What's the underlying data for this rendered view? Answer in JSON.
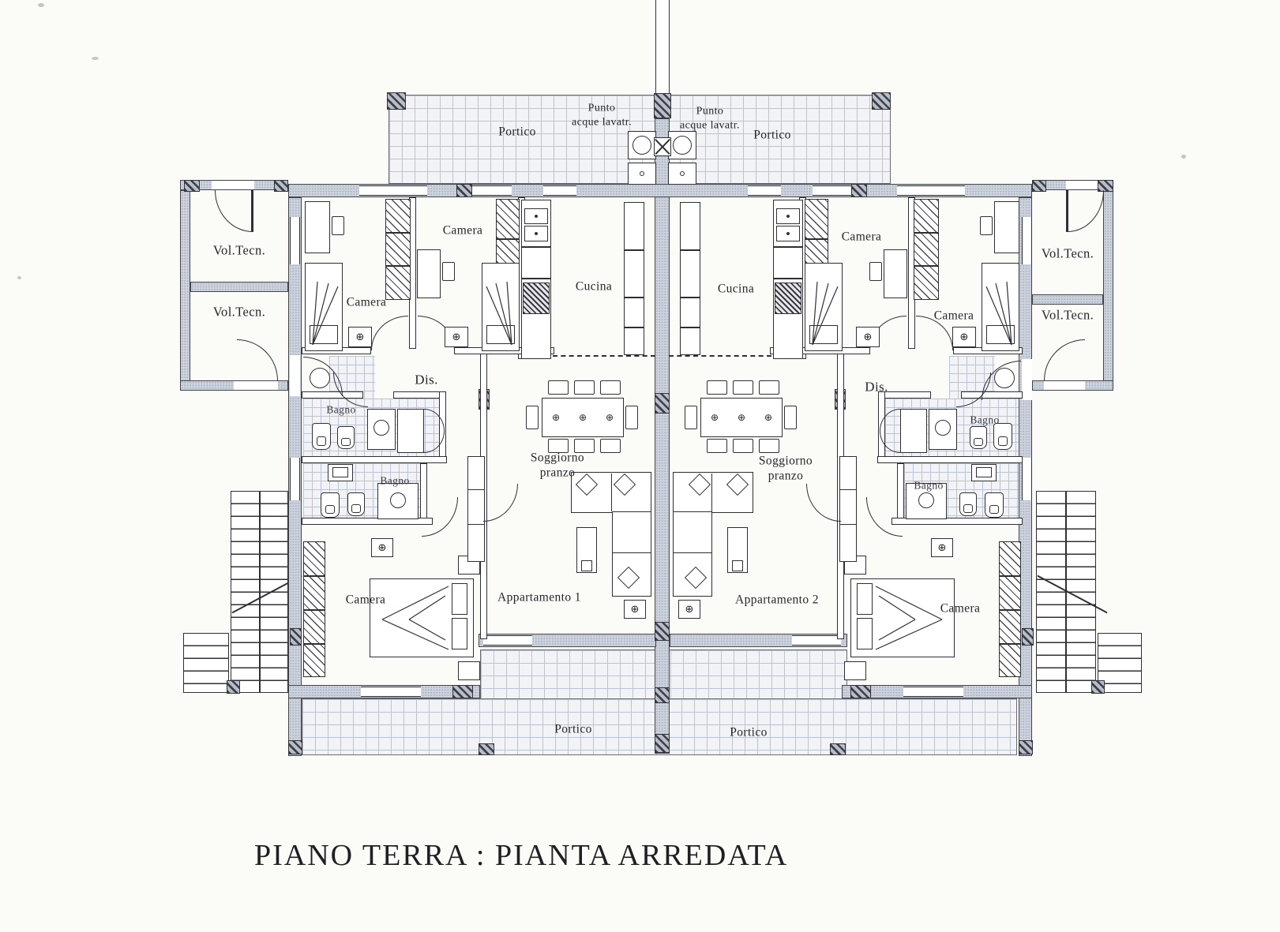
{
  "title": "PIANO TERRA : PIANTA ARREDATA",
  "colors": {
    "wall_fill": "#cdd3dd",
    "tile_line": "#bcc4d2",
    "line": "#33333a",
    "paper": "#fbfbf8"
  },
  "symbols": {
    "light": "⊕"
  },
  "labels": {
    "punto_left": {
      "l1": "Punto",
      "l2": "acque lavatr."
    },
    "punto_right": {
      "l1": "Punto",
      "l2": "acque lavatr."
    },
    "portico_top_left": "Portico",
    "portico_top_right": "Portico",
    "vol_tecn_left_top": "Vol.Tecn.",
    "vol_tecn_left_bottom": "Vol.Tecn.",
    "vol_tecn_right_top": "Vol.Tecn.",
    "vol_tecn_right_bottom": "Vol.Tecn.",
    "camera_a1_left": "Camera",
    "camera_a1_mid": "Camera",
    "cucina_a1": "Cucina",
    "cucina_a2": "Cucina",
    "camera_a2_mid": "Camera",
    "camera_a2_right": "Camera",
    "dis_a1": "Dis.",
    "dis_a2": "Dis.",
    "bagno_a1_top": "Bagno",
    "bagno_a1_bottom": "Bagno",
    "bagno_a2_top": "Bagno",
    "bagno_a2_bottom": "Bagno",
    "soggiorno_a1": {
      "l1": "Soggiorno",
      "l2": "pranzo"
    },
    "soggiorno_a2": {
      "l1": "Soggiorno",
      "l2": "pranzo"
    },
    "appartamento_1": "Appartamento 1",
    "appartamento_2": "Appartamento 2",
    "camera_a1_bottom": "Camera",
    "camera_a2_bottom": "Camera",
    "portico_bottom_left": "Portico",
    "portico_bottom_right": "Portico"
  }
}
